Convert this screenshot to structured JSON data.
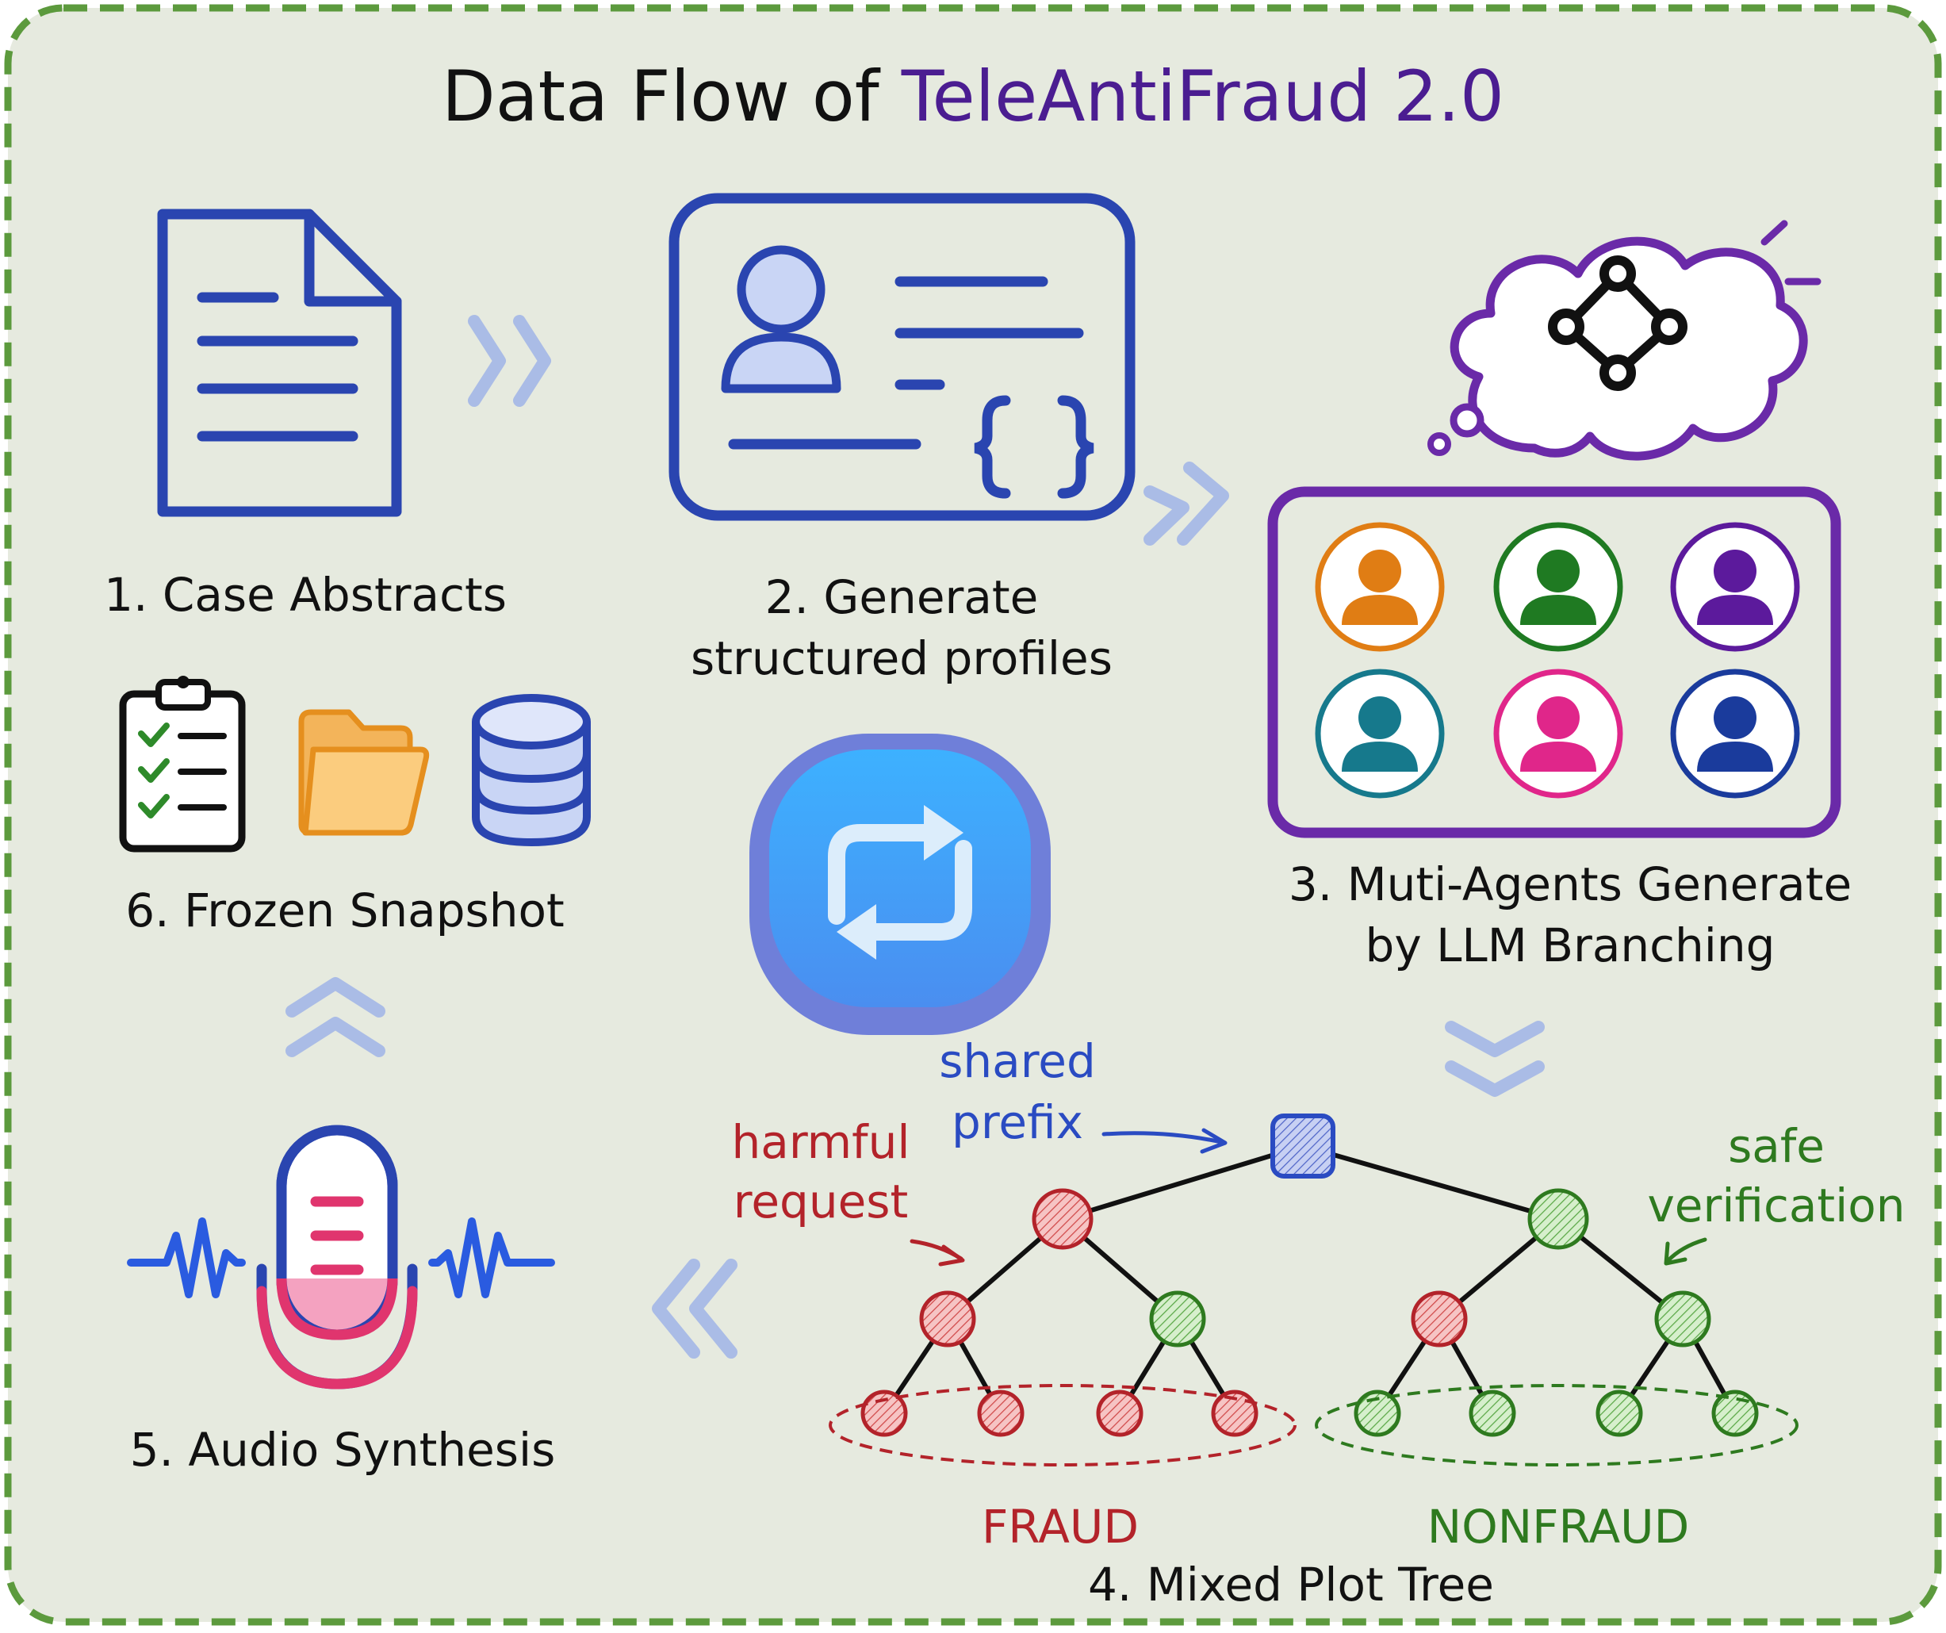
{
  "title": {
    "prefix": "Data Flow of ",
    "highlight": "TeleAntiFraud 2.0"
  },
  "steps": {
    "case_abstracts": "1. Case Abstracts",
    "profiles_line1": "2. Generate",
    "profiles_line2": "structured profiles",
    "agents_line1": "3. Muti-Agents Generate",
    "agents_line2": "by LLM Branching",
    "plot_tree": "4. Mixed Plot Tree",
    "audio": "5. Audio Synthesis",
    "snapshot": "6. Frozen Snapshot"
  },
  "tree_labels": {
    "shared_line1": "shared",
    "shared_line2": "prefix",
    "harmful_line1": "harmful",
    "harmful_line2": "request",
    "safe_line1": "safe",
    "safe_line2": "verification",
    "fraud": "FRAUD",
    "nonfraud": "NONFRAUD"
  },
  "colors": {
    "background": "#e6eadf",
    "border": "#5c9a3d",
    "title_highlight": "#4b1d91",
    "icon_blue": "#2a45b0",
    "icon_blue_fill": "#c9d5f5",
    "purple": "#6a2aa8",
    "fraud_red": "#b3232a",
    "fraud_fill": "#f0a8a8",
    "safe_green": "#2e7a1f",
    "safe_fill": "#b8e2a8",
    "shared_blue": "#2a4bc2",
    "arrow": "#aabce6"
  },
  "agents": [
    {
      "color": "#e07d14"
    },
    {
      "color": "#1f7a22"
    },
    {
      "color": "#5c1a9c"
    },
    {
      "color": "#16798c"
    },
    {
      "color": "#e0268a"
    },
    {
      "color": "#1a3b9c"
    }
  ]
}
